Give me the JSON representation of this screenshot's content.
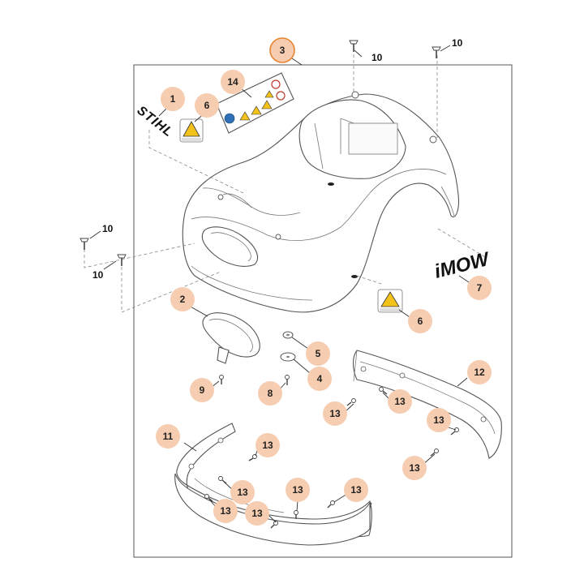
{
  "brand": {
    "stihl_logo": "STIHL",
    "imow_logo": "iMOW"
  },
  "colors": {
    "callout_fill": "#f6cdb1",
    "callout_highlight_stroke": "#e8842f",
    "warning_yellow": "#f2c21a",
    "line": "#555555"
  },
  "callouts": [
    {
      "id": "c3",
      "label": "3",
      "highlighted": true
    },
    {
      "id": "c14",
      "label": "14"
    },
    {
      "id": "c1",
      "label": "1"
    },
    {
      "id": "c6a",
      "label": "6"
    },
    {
      "id": "c2",
      "label": "2"
    },
    {
      "id": "c5",
      "label": "5"
    },
    {
      "id": "c4",
      "label": "4"
    },
    {
      "id": "c9",
      "label": "9"
    },
    {
      "id": "c8",
      "label": "8"
    },
    {
      "id": "c6b",
      "label": "6"
    },
    {
      "id": "c7",
      "label": "7"
    },
    {
      "id": "c12",
      "label": "12"
    },
    {
      "id": "c13a",
      "label": "13"
    },
    {
      "id": "c13b",
      "label": "13"
    },
    {
      "id": "c13c",
      "label": "13"
    },
    {
      "id": "c13d",
      "label": "13"
    },
    {
      "id": "c11",
      "label": "11"
    },
    {
      "id": "c13e",
      "label": "13"
    },
    {
      "id": "c13f",
      "label": "13"
    },
    {
      "id": "c13g",
      "label": "13"
    },
    {
      "id": "c13h",
      "label": "13"
    },
    {
      "id": "c13i",
      "label": "13"
    },
    {
      "id": "c13j",
      "label": "13"
    }
  ],
  "plain_labels": [
    {
      "id": "p10a",
      "label": "10"
    },
    {
      "id": "p10b",
      "label": "10"
    },
    {
      "id": "p10c",
      "label": "10"
    },
    {
      "id": "p10d",
      "label": "10"
    }
  ]
}
